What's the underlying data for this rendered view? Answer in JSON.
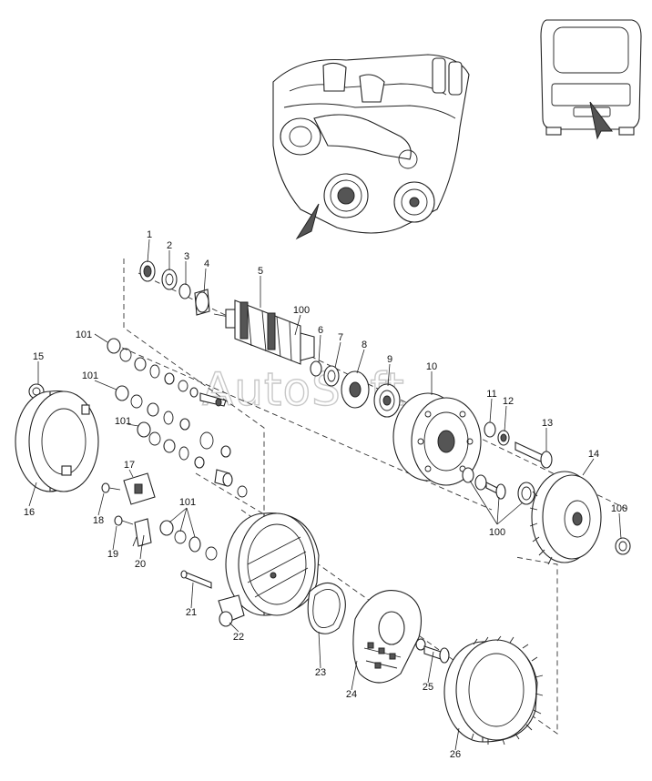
{
  "watermark": "AutoSoft",
  "callouts": [
    {
      "id": "c1",
      "text": "1"
    },
    {
      "id": "c2",
      "text": "2"
    },
    {
      "id": "c3",
      "text": "3"
    },
    {
      "id": "c4",
      "text": "4"
    },
    {
      "id": "c5",
      "text": "5"
    },
    {
      "id": "c100a",
      "text": "100"
    },
    {
      "id": "c6",
      "text": "6"
    },
    {
      "id": "c7",
      "text": "7"
    },
    {
      "id": "c8",
      "text": "8"
    },
    {
      "id": "c9",
      "text": "9"
    },
    {
      "id": "c10",
      "text": "10"
    },
    {
      "id": "c11",
      "text": "11"
    },
    {
      "id": "c12",
      "text": "12"
    },
    {
      "id": "c13",
      "text": "13"
    },
    {
      "id": "c14",
      "text": "14"
    },
    {
      "id": "c100b",
      "text": "100"
    },
    {
      "id": "c100c",
      "text": "100"
    },
    {
      "id": "c101a",
      "text": "101"
    },
    {
      "id": "c101b",
      "text": "101"
    },
    {
      "id": "c101c",
      "text": "101"
    },
    {
      "id": "c101d",
      "text": "101"
    },
    {
      "id": "c15",
      "text": "15"
    },
    {
      "id": "c16",
      "text": "16"
    },
    {
      "id": "c17",
      "text": "17"
    },
    {
      "id": "c18",
      "text": "18"
    },
    {
      "id": "c19",
      "text": "19"
    },
    {
      "id": "c20",
      "text": "20"
    },
    {
      "id": "c21",
      "text": "21"
    },
    {
      "id": "c22",
      "text": "22"
    },
    {
      "id": "c23",
      "text": "23"
    },
    {
      "id": "c24",
      "text": "24"
    },
    {
      "id": "c25",
      "text": "25"
    },
    {
      "id": "c26",
      "text": "26"
    }
  ]
}
